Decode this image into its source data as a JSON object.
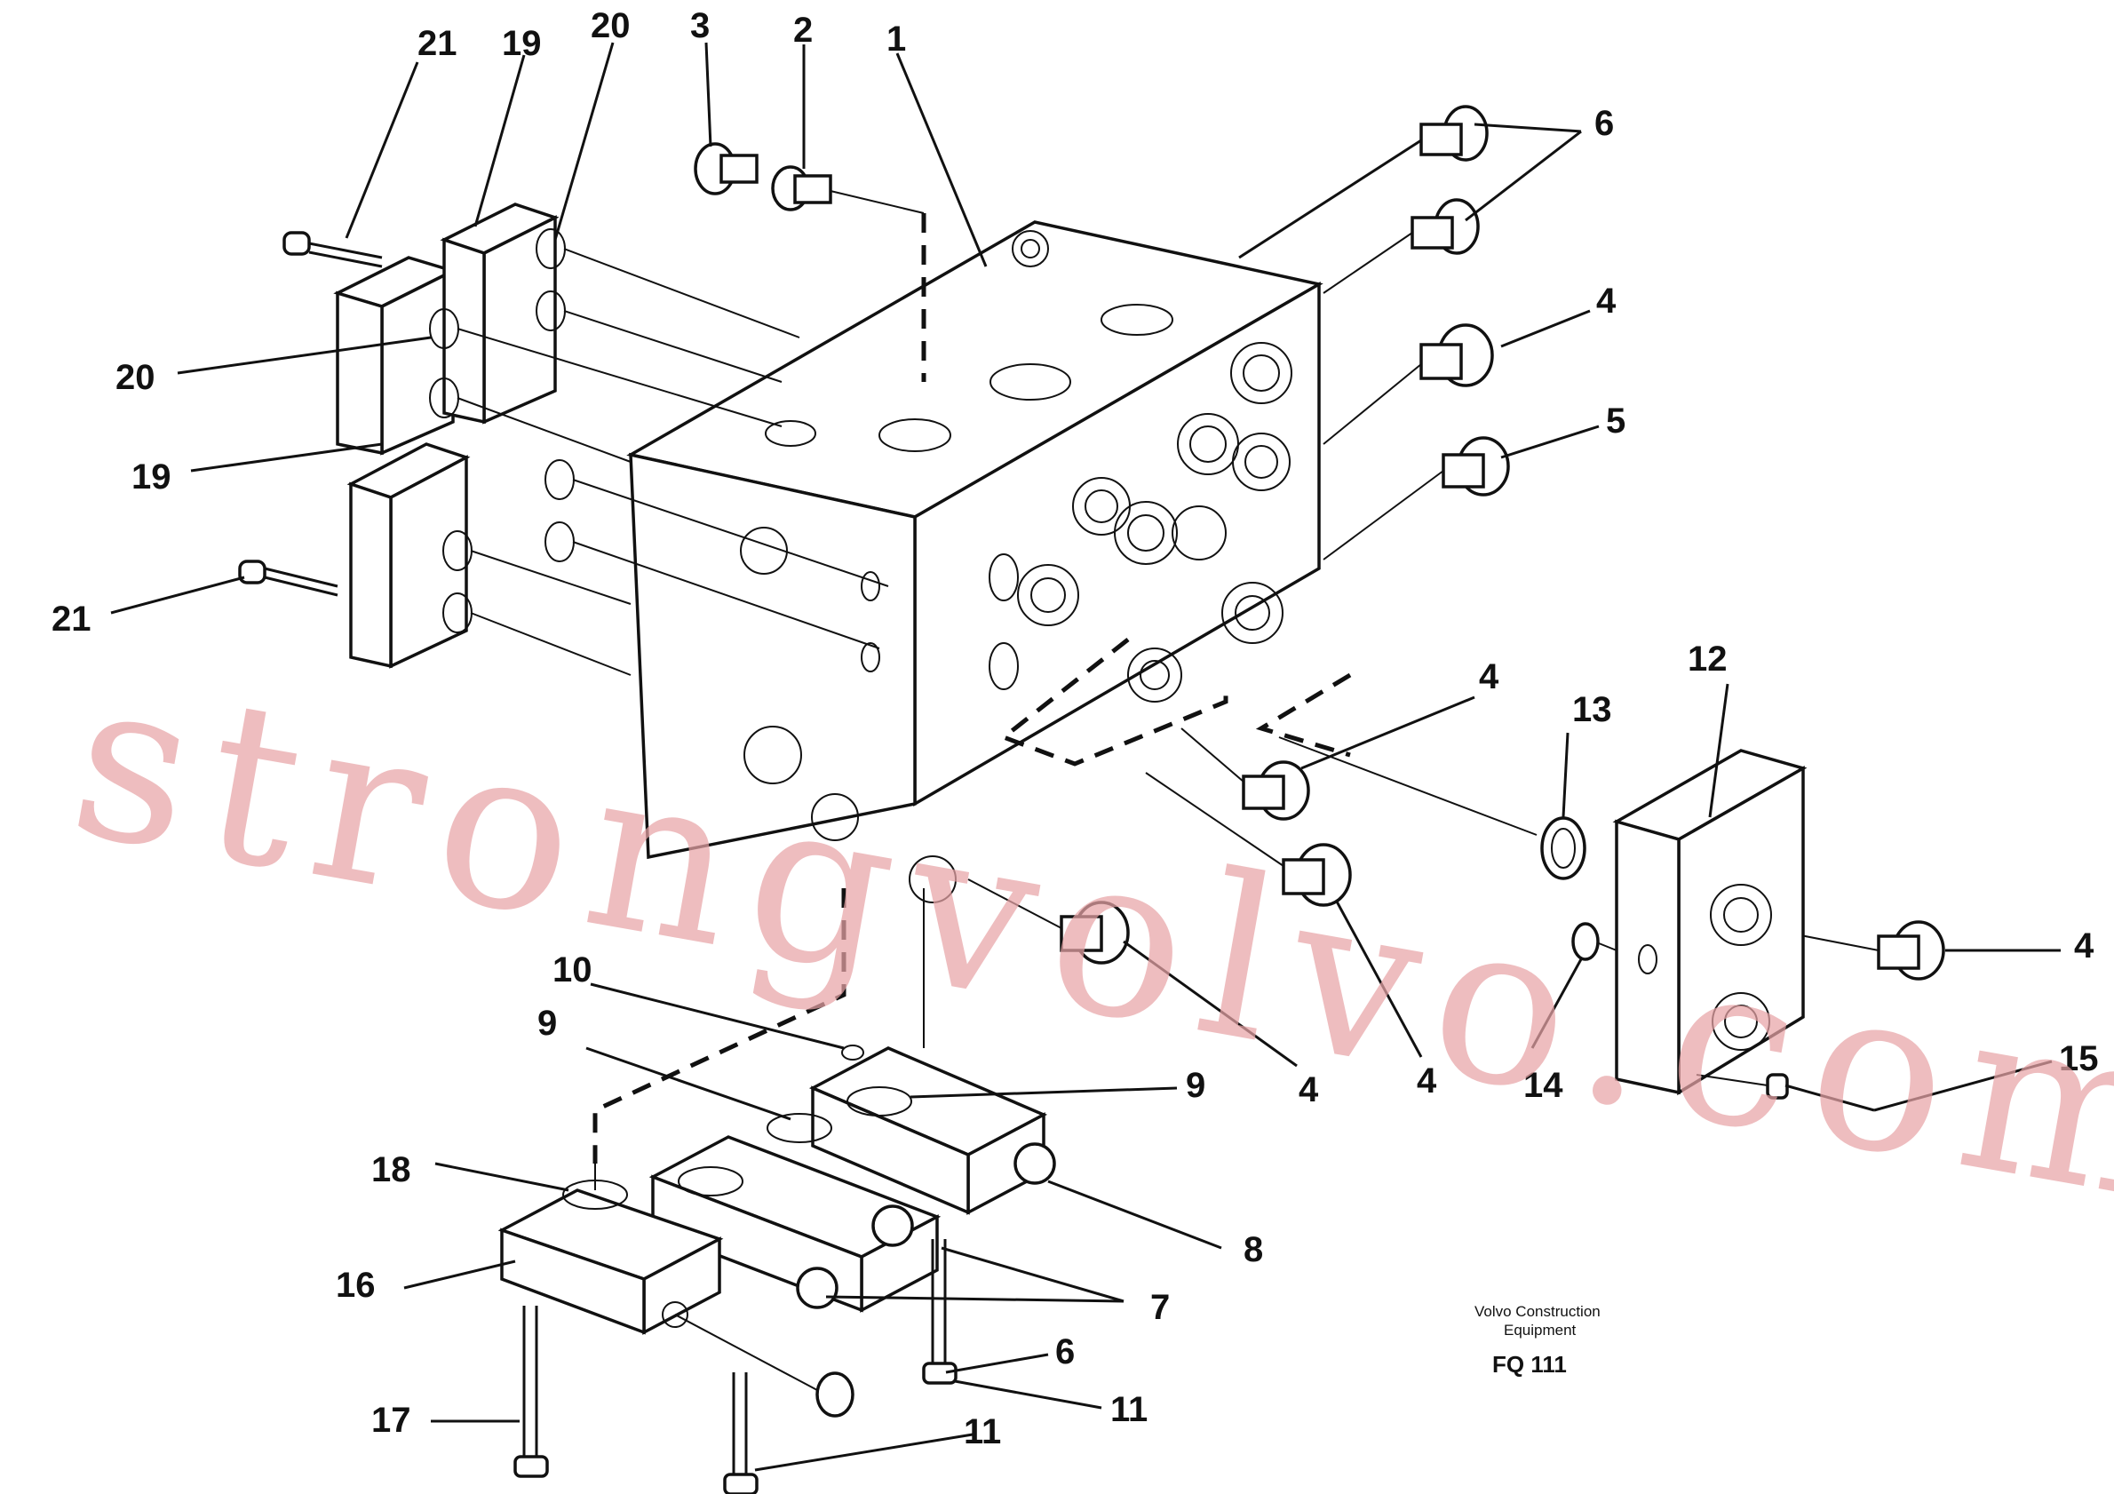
{
  "credit": {
    "line1": "Volvo Construction",
    "line2": "Equipment",
    "code": "FQ 111"
  },
  "watermark": "strongvolvo.com",
  "callouts": [
    "21",
    "19",
    "20",
    "3",
    "2",
    "1",
    "6",
    "4",
    "5",
    "20",
    "19",
    "21",
    "4",
    "13",
    "12",
    "4",
    "10",
    "9",
    "9",
    "4",
    "4",
    "14",
    "15",
    "18",
    "8",
    "16",
    "7",
    "6",
    "11",
    "17",
    "11"
  ]
}
